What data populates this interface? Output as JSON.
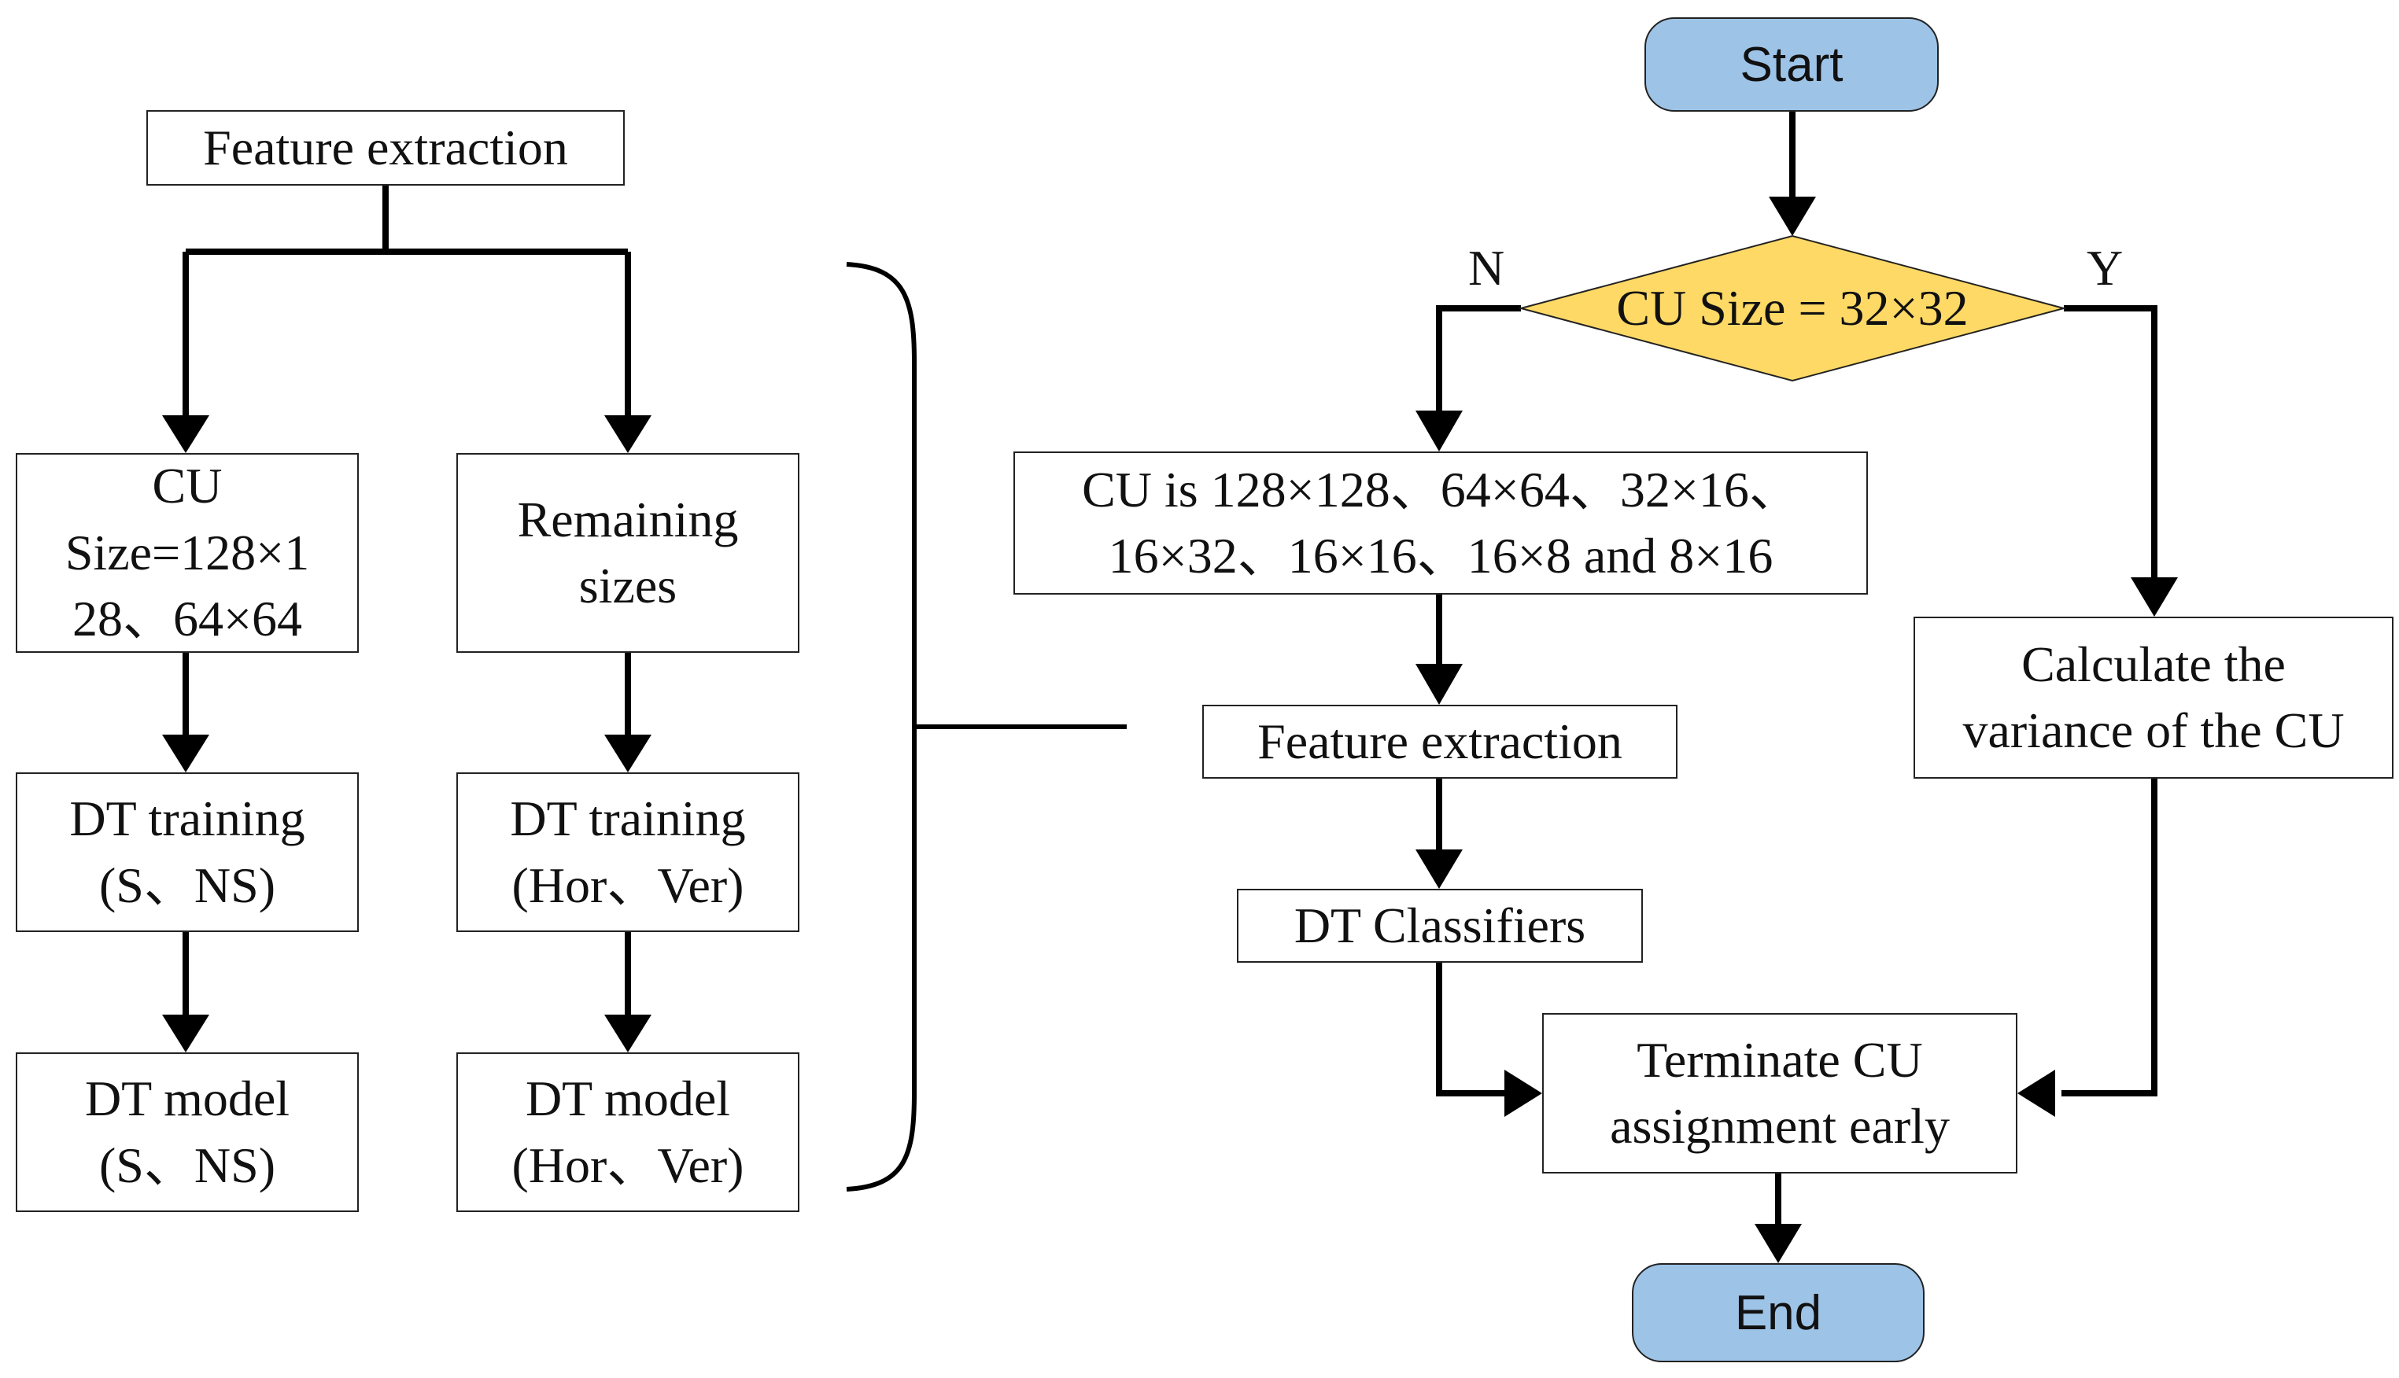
{
  "left_panel": {
    "feature_extraction": "Feature extraction",
    "branch_a": {
      "cu_size": [
        "CU",
        "Size=128×1",
        "28、64×64"
      ],
      "dt_training": [
        "DT training",
        "(S、NS)"
      ],
      "dt_model": [
        "DT model",
        "(S、NS)"
      ]
    },
    "branch_b": {
      "remaining": [
        "Remaining",
        "sizes"
      ],
      "dt_training": [
        "DT training",
        "(Hor、Ver)"
      ],
      "dt_model": [
        "DT model",
        "(Hor、Ver)"
      ]
    }
  },
  "right_panel": {
    "start": "Start",
    "decision": "CU Size = 32×32",
    "label_no": "N",
    "label_yes": "Y",
    "cu_list": [
      "CU is 128×128、64×64、32×16、",
      "16×32、16×16、16×8 and 8×16"
    ],
    "feature_extraction": "Feature extraction",
    "dt_classifiers": "DT Classifiers",
    "variance": [
      "Calculate the",
      "variance of the CU"
    ],
    "terminate": [
      "Terminate CU",
      "assignment early"
    ],
    "end": "End"
  },
  "colors": {
    "terminal_fill": "#9dc3e6",
    "decision_fill": "#ffd966",
    "line": "#000000"
  }
}
